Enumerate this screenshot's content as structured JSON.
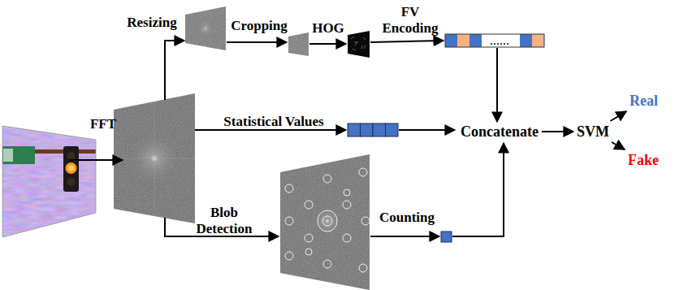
{
  "diagram": {
    "nodes": [
      {
        "text": [
          "Concatenate"
        ]
      },
      {
        "text": [
          "SVM"
        ]
      },
      {
        "text": [
          "Real"
        ]
      },
      {
        "text": [
          "Fake"
        ]
      }
    ],
    "edges": [
      {
        "from": 0,
        "to": 1,
        "arrow": "to"
      },
      {
        "from": 1,
        "to": 2,
        "arrow": "to"
      },
      {
        "from": 1,
        "to": 3,
        "arrow": "to"
      }
    ],
    "labels": [
      "Resizing",
      "Cropping",
      "HOG",
      "FV Encoding",
      "FFT",
      "Statistical Values",
      "Blob Detection",
      "Counting"
    ]
  }
}
